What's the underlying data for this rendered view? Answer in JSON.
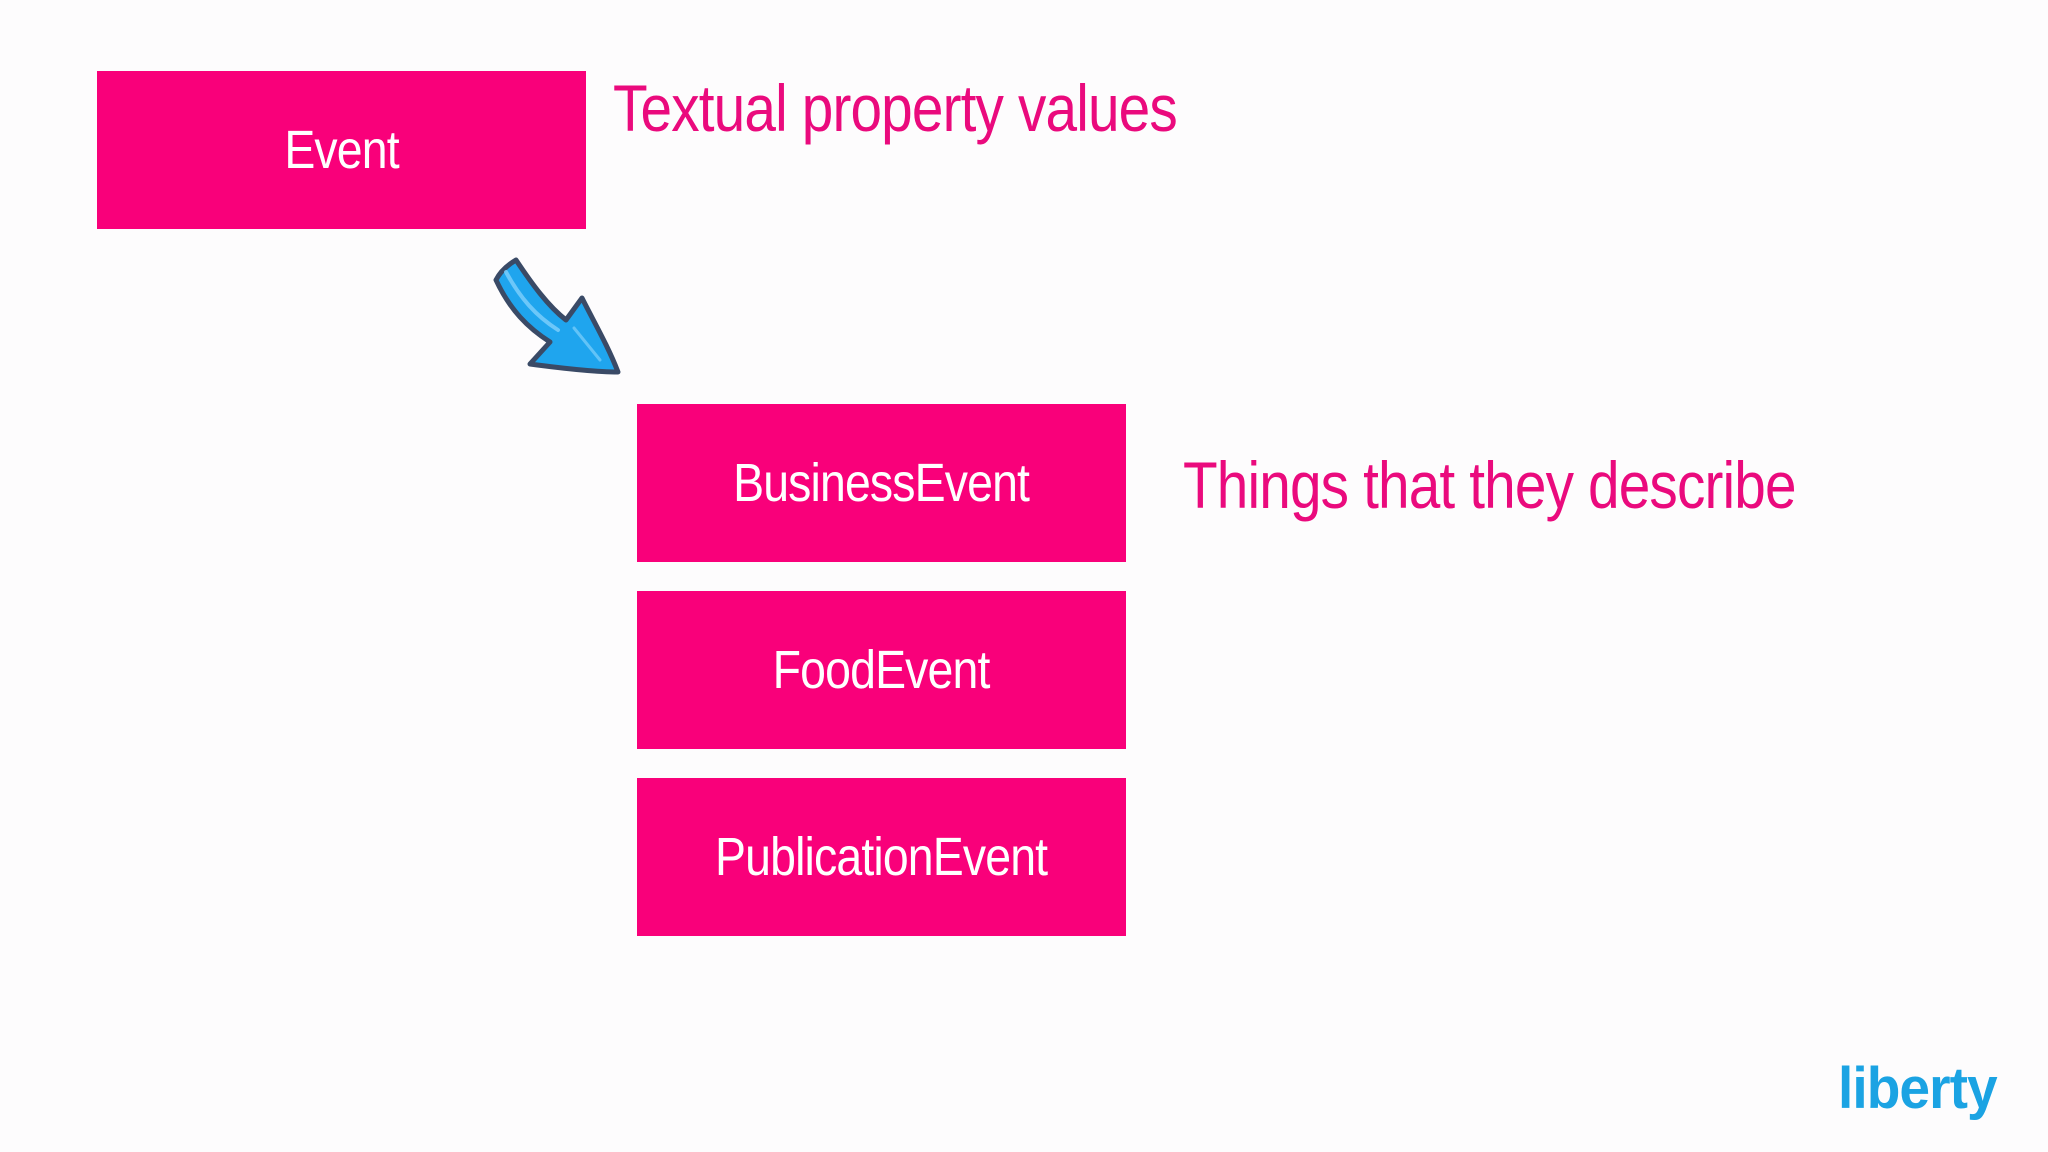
{
  "boxes": {
    "event": "Event",
    "business_event": "BusinessEvent",
    "food_event": "FoodEvent",
    "publication_event": "PublicationEvent"
  },
  "labels": {
    "textual_property_values": "Textual property values",
    "things_they_describe": "Things that they describe"
  },
  "logo": {
    "text": "liberty"
  },
  "colors": {
    "box_fill": "#f9007a",
    "box_text": "#ffffff",
    "label_text": "#ea0a7d",
    "arrow_fill": "#1fa5ee",
    "arrow_outline": "#3a4a66",
    "logo": "#1ba3e3",
    "background": "#fdfcfd"
  },
  "icons": {
    "arrow": "curved-arrow-down-right-icon"
  }
}
